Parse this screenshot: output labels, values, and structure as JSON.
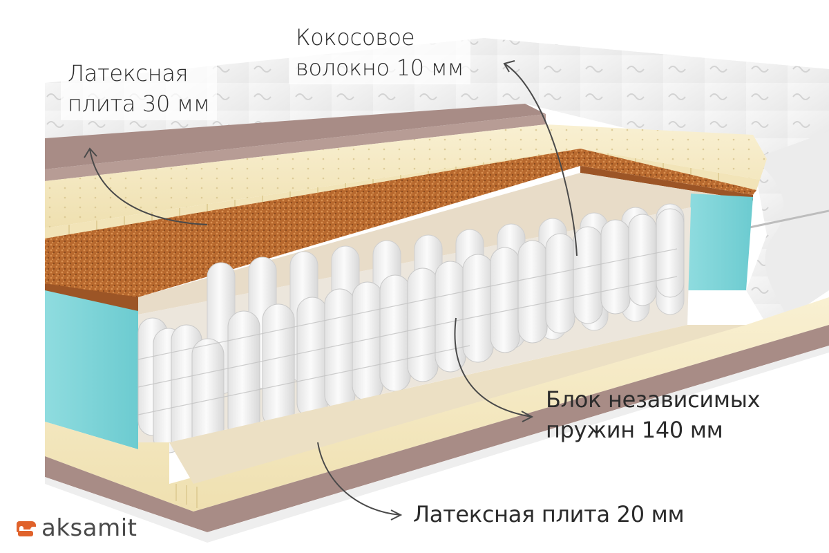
{
  "diagram": {
    "subject": "Mattress cross-section",
    "labels": {
      "latex_top": {
        "line1": "Латексная",
        "line2": "плита 30 мм"
      },
      "coconut": {
        "line1": "Кокосовое",
        "line2": "волокно 10 мм"
      },
      "springs": {
        "line1": "Блок независимых",
        "line2": "пружин 140 мм"
      },
      "latex_bottom": {
        "text": "Латексная плита  20 мм"
      }
    },
    "colors": {
      "cover": "#f3f3f3",
      "cover_stitch": "#d6d6d6",
      "felt": "#a88c86",
      "latex": "#f6ebc6",
      "latex_shadow": "#e9d9a8",
      "coconut": "#b8692e",
      "coconut_dark": "#8a4a1f",
      "foam_edge": "#7fd3d6",
      "spring": "#f4f4f4",
      "spring_shade": "#d9d9d9",
      "arrow": "#4a4a4a",
      "logo_accent": "#e0622b",
      "logo_text": "#4a4a4a"
    }
  },
  "brand": {
    "name": "aksamit"
  }
}
